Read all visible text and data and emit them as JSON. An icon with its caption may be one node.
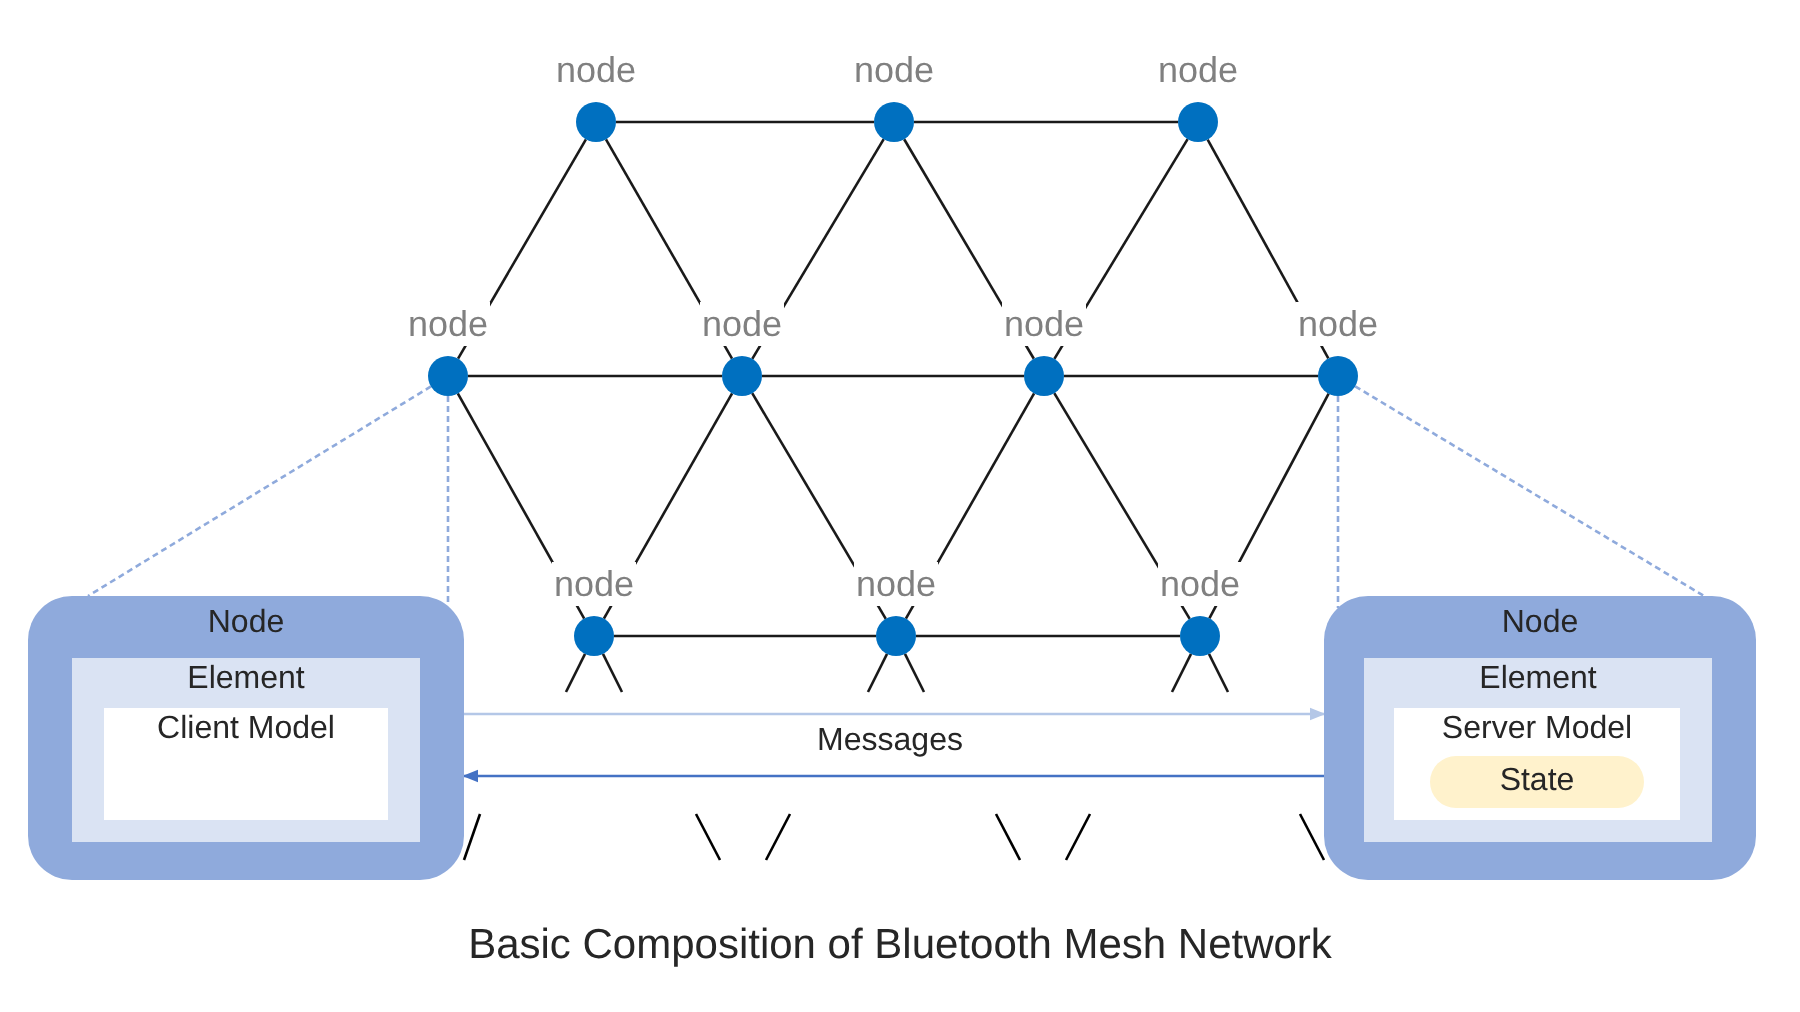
{
  "diagram": {
    "caption": "Basic Composition of Bluetooth Mesh Network",
    "nodes": [
      {
        "text": [
          "node"
        ]
      },
      {
        "text": [
          "node"
        ]
      },
      {
        "text": [
          "node"
        ]
      },
      {
        "text": [
          "node"
        ]
      },
      {
        "text": [
          "node"
        ]
      },
      {
        "text": [
          "node"
        ]
      },
      {
        "text": [
          "node"
        ]
      },
      {
        "text": [
          "node"
        ]
      },
      {
        "text": [
          "node"
        ]
      },
      {
        "text": [
          "node"
        ]
      },
      {
        "text": [
          "Node"
        ]
      },
      {
        "text": [
          "Element"
        ],
        "in": 10
      },
      {
        "text": [
          "Client Model"
        ],
        "in": 11
      },
      {
        "text": [
          "Node"
        ]
      },
      {
        "text": [
          "Element"
        ],
        "in": 13
      },
      {
        "text": [
          "Server Model"
        ],
        "in": 14
      },
      {
        "text": [
          "State"
        ],
        "in": 15
      }
    ],
    "edges": [
      {
        "from": 0,
        "to": 1,
        "arrow": "none"
      },
      {
        "from": 1,
        "to": 2,
        "arrow": "none"
      },
      {
        "from": 0,
        "to": 3,
        "arrow": "none"
      },
      {
        "from": 0,
        "to": 4,
        "arrow": "none"
      },
      {
        "from": 1,
        "to": 4,
        "arrow": "none"
      },
      {
        "from": 1,
        "to": 5,
        "arrow": "none"
      },
      {
        "from": 2,
        "to": 5,
        "arrow": "none"
      },
      {
        "from": 2,
        "to": 6,
        "arrow": "none"
      },
      {
        "from": 3,
        "to": 4,
        "arrow": "none"
      },
      {
        "from": 4,
        "to": 5,
        "arrow": "none"
      },
      {
        "from": 5,
        "to": 6,
        "arrow": "none"
      },
      {
        "from": 3,
        "to": 7,
        "arrow": "none"
      },
      {
        "from": 4,
        "to": 7,
        "arrow": "none"
      },
      {
        "from": 4,
        "to": 8,
        "arrow": "none"
      },
      {
        "from": 5,
        "to": 8,
        "arrow": "none"
      },
      {
        "from": 5,
        "to": 9,
        "arrow": "none"
      },
      {
        "from": 6,
        "to": 9,
        "arrow": "none"
      },
      {
        "from": 7,
        "to": 8,
        "arrow": "none"
      },
      {
        "from": 8,
        "to": 9,
        "arrow": "none"
      },
      {
        "from": 7,
        "to": null,
        "arrow": "none"
      },
      {
        "from": 7,
        "to": null,
        "arrow": "none"
      },
      {
        "from": 8,
        "to": null,
        "arrow": "none"
      },
      {
        "from": 8,
        "to": null,
        "arrow": "none"
      },
      {
        "from": 9,
        "to": null,
        "arrow": "none"
      },
      {
        "from": 9,
        "to": null,
        "arrow": "none"
      },
      {
        "from": 3,
        "to": 10,
        "arrow": "none",
        "style": "dashed",
        "color": "#8faadc"
      },
      {
        "from": 3,
        "to": 10,
        "arrow": "none",
        "style": "dashed",
        "color": "#8faadc"
      },
      {
        "from": 6,
        "to": 13,
        "arrow": "none",
        "style": "dashed",
        "color": "#8faadc"
      },
      {
        "from": 6,
        "to": 13,
        "arrow": "none",
        "style": "dashed",
        "color": "#8faadc"
      },
      {
        "from": 10,
        "to": 13,
        "arrow": "to",
        "label": "Messages",
        "color": "#b4c7e7"
      },
      {
        "from": 13,
        "to": 10,
        "arrow": "to",
        "color": "#4472c4"
      }
    ]
  }
}
